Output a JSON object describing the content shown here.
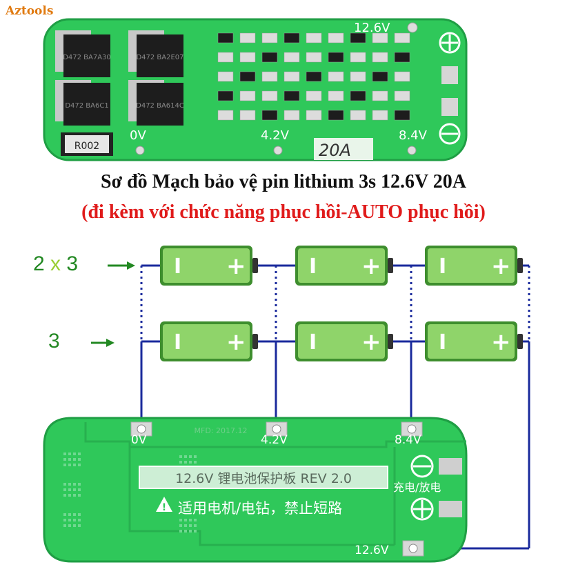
{
  "brand": "Aztools",
  "title_line1": "Sơ đồ Mạch bảo vệ pin lithium 3s 12.6V 20A",
  "title_line2": "(đi kèm với chức năng phục hồi-AUTO phục hồi)",
  "row_labels": {
    "top_a": "2",
    "top_x": "x",
    "top_b": "3",
    "bottom": "3"
  },
  "top_board": {
    "v126": "12.6V",
    "v0": "0V",
    "v42": "4.2V",
    "v84": "8.4V",
    "current": "20A",
    "resistor": "R002",
    "mosfets": [
      "D472 BA7A30",
      "D472 BA2E07",
      "D472 BA6C1",
      "D472 BA614C"
    ]
  },
  "bottom_board": {
    "v0": "0V",
    "v42": "4.2V",
    "v84": "8.4V",
    "v126": "12.6V",
    "silk_title": "12.6V 锂电池保护板 REV 2.0",
    "silk_warning": "适用电机/电钻，禁止短路",
    "charge_label": "充电/放电",
    "date": "MFD: 2017.12"
  },
  "battery_symbols": {
    "neg": "I",
    "pos": "+"
  },
  "colors": {
    "pcb": "#2fc85a",
    "pcb_dark": "#1f9e44",
    "wire": "#1a2a9c",
    "battery": "#8fd46a",
    "battery_dark": "#3e8e2e"
  }
}
